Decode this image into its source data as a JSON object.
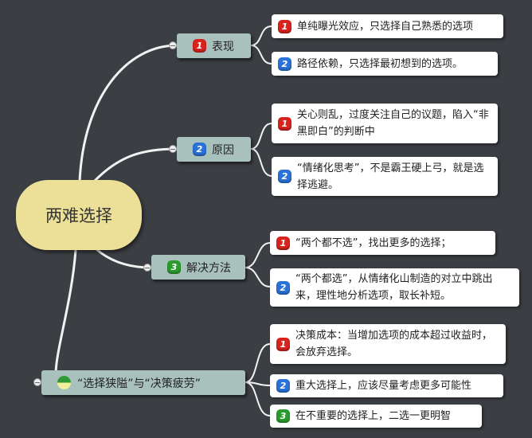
{
  "central": "两难选择",
  "branches": [
    {
      "label": "表现",
      "badge": "1",
      "leaves": [
        {
          "badge": "1",
          "text": "单纯曝光效应，只选择自己熟悉的选项"
        },
        {
          "badge": "2",
          "text": "路径依赖，只选择最初想到的选项。"
        }
      ]
    },
    {
      "label": "原因",
      "badge": "2",
      "leaves": [
        {
          "badge": "1",
          "text": "关心则乱，过度关注自己的议题，陷入“非黑即白”的判断中"
        },
        {
          "badge": "2",
          "text": "“情绪化思考”，不是霸王硬上弓，就是选择逃避。"
        }
      ]
    },
    {
      "label": "解决方法",
      "badge": "3",
      "leaves": [
        {
          "badge": "1",
          "text": "“两个都不选”，找出更多的选择；"
        },
        {
          "badge": "2",
          "text": "“两个都选”，从情绪化山制造的对立中跳出来，理性地分析选项，取长补短。"
        }
      ]
    },
    {
      "label": "“选择狭隘”与“决策疲劳”",
      "badge": "half-progress",
      "leaves": [
        {
          "badge": "1",
          "text": "决策成本：当增加选项的成本超过收益时，会放弃选择。"
        },
        {
          "badge": "2",
          "text": "重大选择上，应该尽量考虑更多可能性"
        },
        {
          "badge": "3",
          "text": "在不重要的选择上，二选一更明智"
        }
      ]
    }
  ],
  "colors": {
    "background": "#3b3e43",
    "central": "#ecdf98",
    "branch": "#a9c1bd",
    "red": "#d8231e",
    "blue": "#2a72d8",
    "green": "#2a9b2f"
  }
}
